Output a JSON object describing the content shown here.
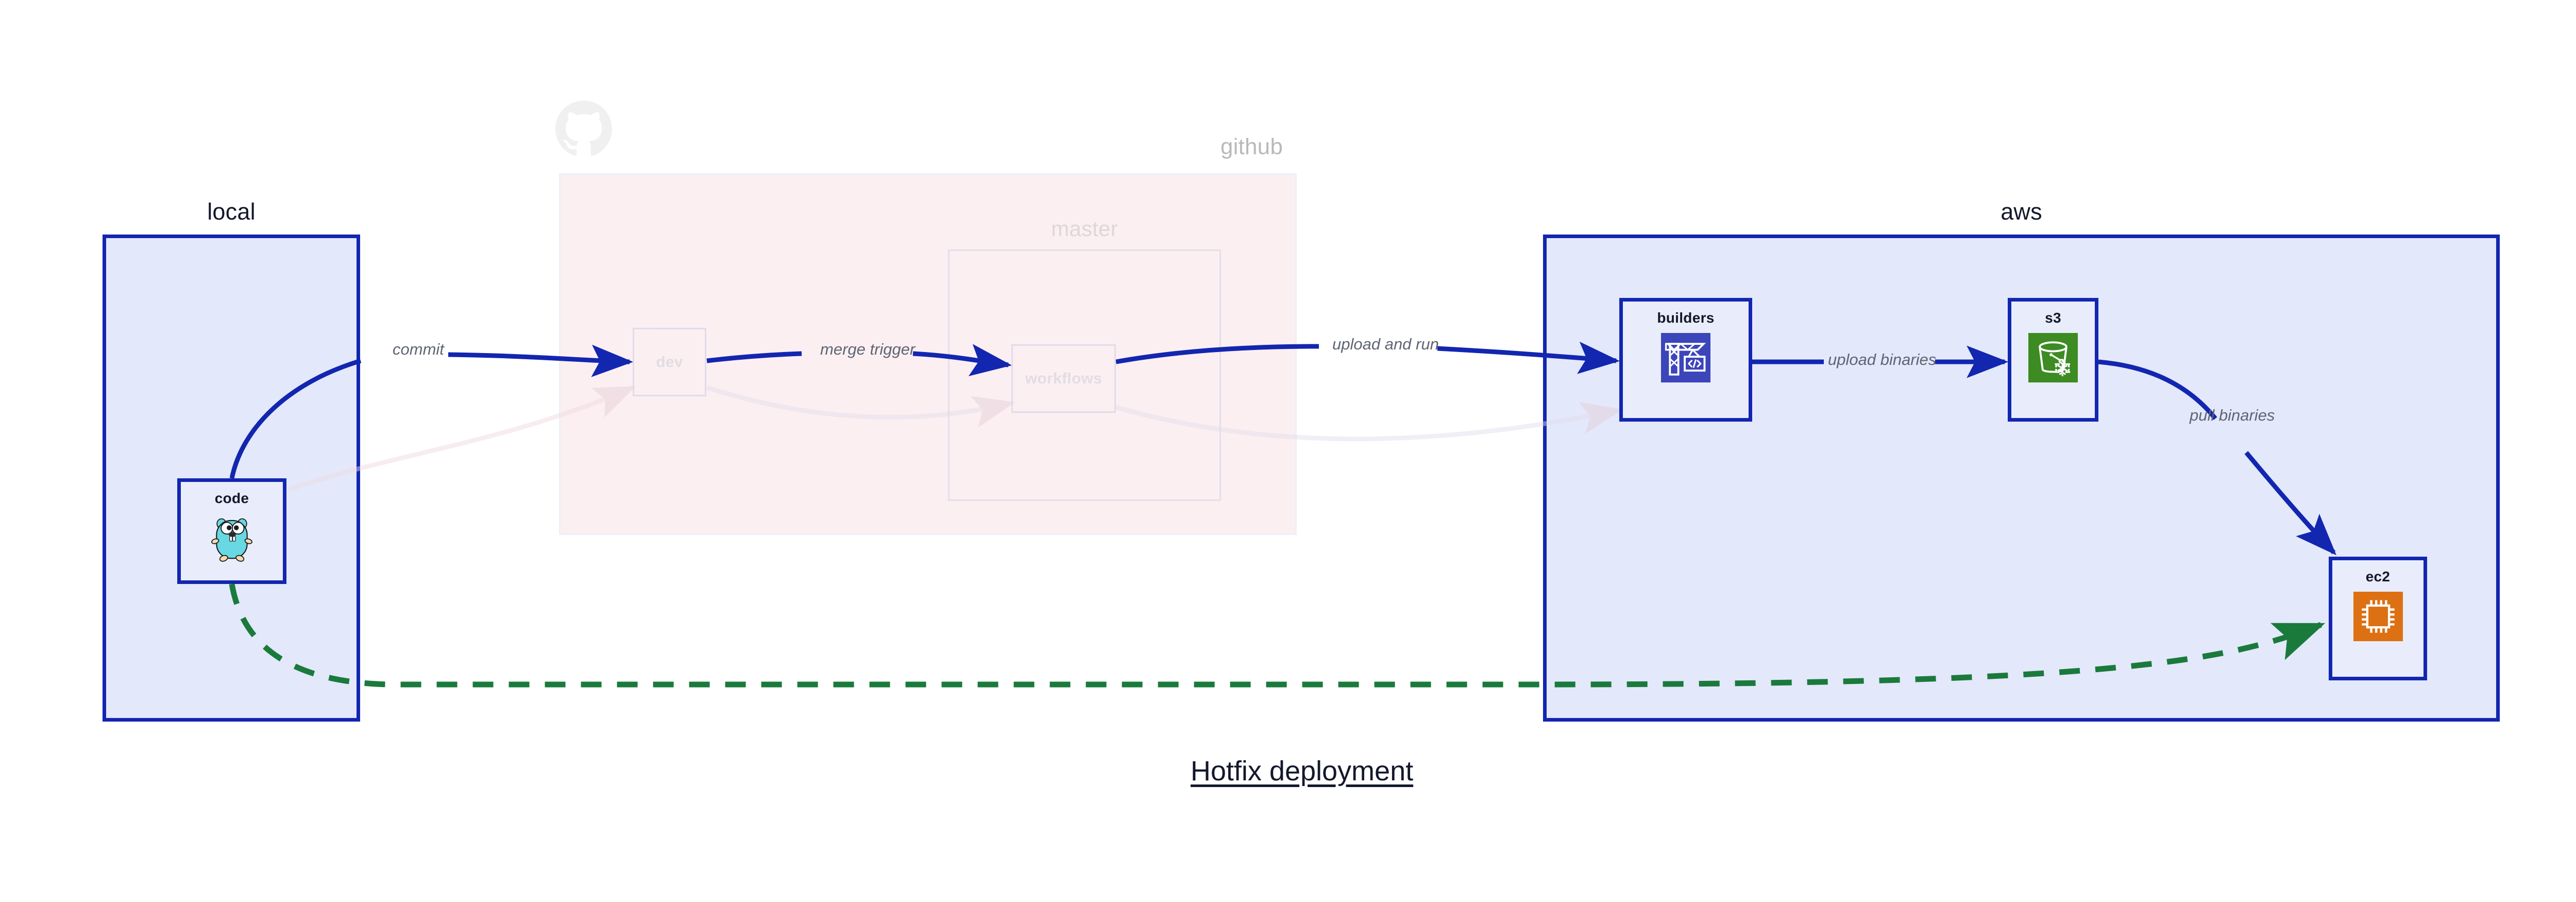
{
  "diagram": {
    "title": "Hotfix deployment",
    "type": "deployment-flow"
  },
  "clusters": [
    {
      "id": "local",
      "label": "local",
      "fill": "#e3e8fb",
      "stroke": "#1226b0",
      "dimmed": false
    },
    {
      "id": "github",
      "label": "github",
      "fill": "#f8e2e8",
      "stroke": "#e0e4f6",
      "dimmed": true
    },
    {
      "id": "master",
      "label": "master",
      "fill": "transparent",
      "stroke": "#d7d3e4",
      "dimmed": true
    },
    {
      "id": "aws",
      "label": "aws",
      "fill": "#e3e8fb",
      "stroke": "#1226b0",
      "dimmed": false
    }
  ],
  "nodes": [
    {
      "id": "code",
      "label": "code",
      "icon": "go-gopher-icon",
      "cluster": "local",
      "dimmed": false
    },
    {
      "id": "dev",
      "label": "dev",
      "icon": "none",
      "cluster": "github",
      "dimmed": true
    },
    {
      "id": "workflows",
      "label": "workflows",
      "icon": "none",
      "cluster": "master",
      "dimmed": true
    },
    {
      "id": "builders",
      "label": "builders",
      "icon": "aws-codebuild-icon",
      "cluster": "aws",
      "dimmed": false
    },
    {
      "id": "s3",
      "label": "s3",
      "icon": "aws-s3-glacier-icon",
      "cluster": "aws",
      "dimmed": false
    },
    {
      "id": "ec2",
      "label": "ec2",
      "icon": "aws-ec2-icon",
      "cluster": "aws",
      "dimmed": false
    }
  ],
  "edges": [
    {
      "id": "commit",
      "label": "commit",
      "from": "code",
      "to": "dev",
      "style": "solid",
      "color": "#1226b0"
    },
    {
      "id": "merge-trigger",
      "label": "merge trigger",
      "from": "dev",
      "to": "workflows",
      "style": "solid",
      "color": "#1226b0"
    },
    {
      "id": "upload-and-run",
      "label": "upload and run",
      "from": "workflows",
      "to": "builders",
      "style": "solid",
      "color": "#1226b0"
    },
    {
      "id": "upload-binaries",
      "label": "upload binaries",
      "from": "builders",
      "to": "s3",
      "style": "solid",
      "color": "#1226b0"
    },
    {
      "id": "pull-binaries",
      "label": "pull binaries",
      "from": "s3",
      "to": "ec2",
      "style": "solid",
      "color": "#1226b0"
    },
    {
      "id": "hotfix-direct",
      "label": "",
      "from": "code",
      "to": "ec2",
      "style": "dashed",
      "color": "#1a7a3c"
    }
  ],
  "colors": {
    "node_border": "#1226b0",
    "node_fill": "#e9edfb",
    "cluster_blue_fill": "#e3e8fb",
    "cluster_pink_fill": "#f8e2e8",
    "edge_blue": "#1226b0",
    "edge_green": "#1a7a3c",
    "label_gray": "#5e6573",
    "title_dark": "#13182b",
    "codebuild_blue": "#3c45ba",
    "s3_green": "#3d8b23",
    "ec2_orange": "#dd7012",
    "gopher_cyan": "#68d8e3"
  }
}
